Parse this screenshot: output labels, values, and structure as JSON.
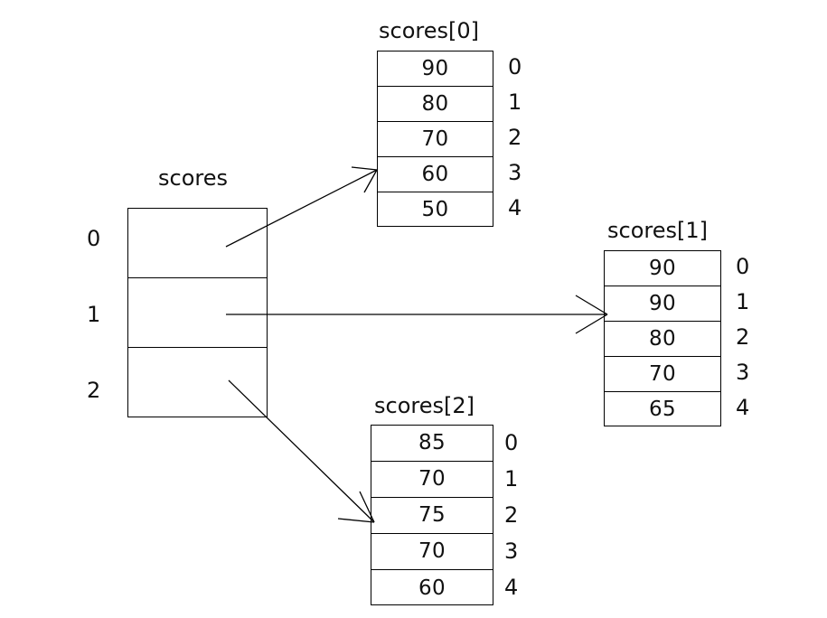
{
  "diagram": {
    "title_pointer_array": "scores",
    "pointer_array": {
      "name": "scores",
      "indices": [
        "0",
        "1",
        "2"
      ],
      "cells": [
        "",
        "",
        ""
      ]
    },
    "arrays": [
      {
        "name": "scores[0]",
        "indices": [
          "0",
          "1",
          "2",
          "3",
          "4"
        ],
        "values": [
          "90",
          "80",
          "70",
          "60",
          "50"
        ]
      },
      {
        "name": "scores[1]",
        "indices": [
          "0",
          "1",
          "2",
          "3",
          "4"
        ],
        "values": [
          "90",
          "90",
          "80",
          "70",
          "65"
        ]
      },
      {
        "name": "scores[2]",
        "indices": [
          "0",
          "1",
          "2",
          "3",
          "4"
        ],
        "values": [
          "85",
          "70",
          "75",
          "70",
          "60"
        ]
      }
    ],
    "arrows": [
      {
        "name": "arrow-scores-0-to-array0",
        "from_row": "0",
        "to_array": "scores[0]"
      },
      {
        "name": "arrow-scores-1-to-array1",
        "from_row": "1",
        "to_array": "scores[1]"
      },
      {
        "name": "arrow-scores-2-to-array2",
        "from_row": "2",
        "to_array": "scores[2]"
      }
    ],
    "colors": {
      "stroke": "#000000",
      "text": "#111111",
      "background": "#ffffff"
    }
  }
}
